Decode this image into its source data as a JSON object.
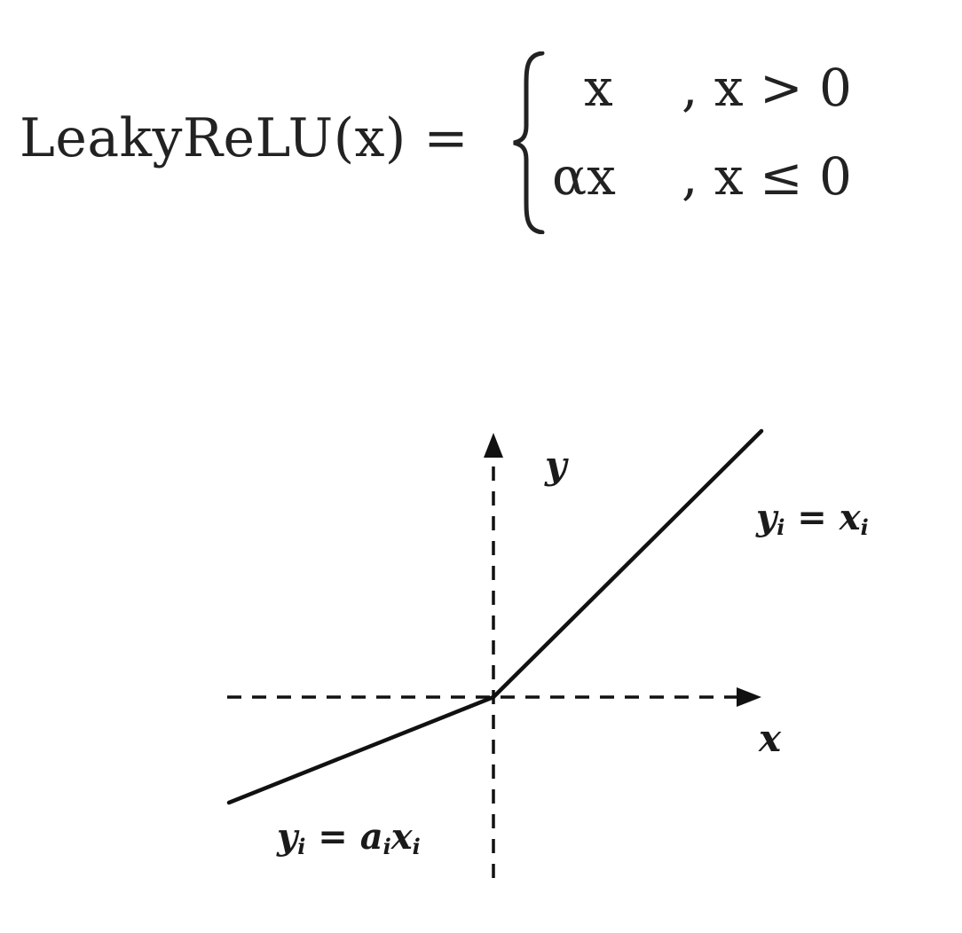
{
  "formula": {
    "lhs": "LeakyReLU(x) =",
    "cases": [
      {
        "value": "x",
        "condition": ", x > 0"
      },
      {
        "value": "αx",
        "condition": ", x ≤ 0"
      }
    ]
  },
  "diagram": {
    "axis_y_label": "y",
    "axis_x_label": "x",
    "positive_branch": {
      "lhs": "y",
      "lhs_sub": "i",
      "eq": " = ",
      "rhs": "x",
      "rhs_sub": "i"
    },
    "negative_branch": {
      "lhs": "y",
      "lhs_sub": "i",
      "eq": " = ",
      "rhs_a": "a",
      "rhs_a_sub": "i",
      "rhs_x": "x",
      "rhs_x_sub": "i"
    }
  }
}
